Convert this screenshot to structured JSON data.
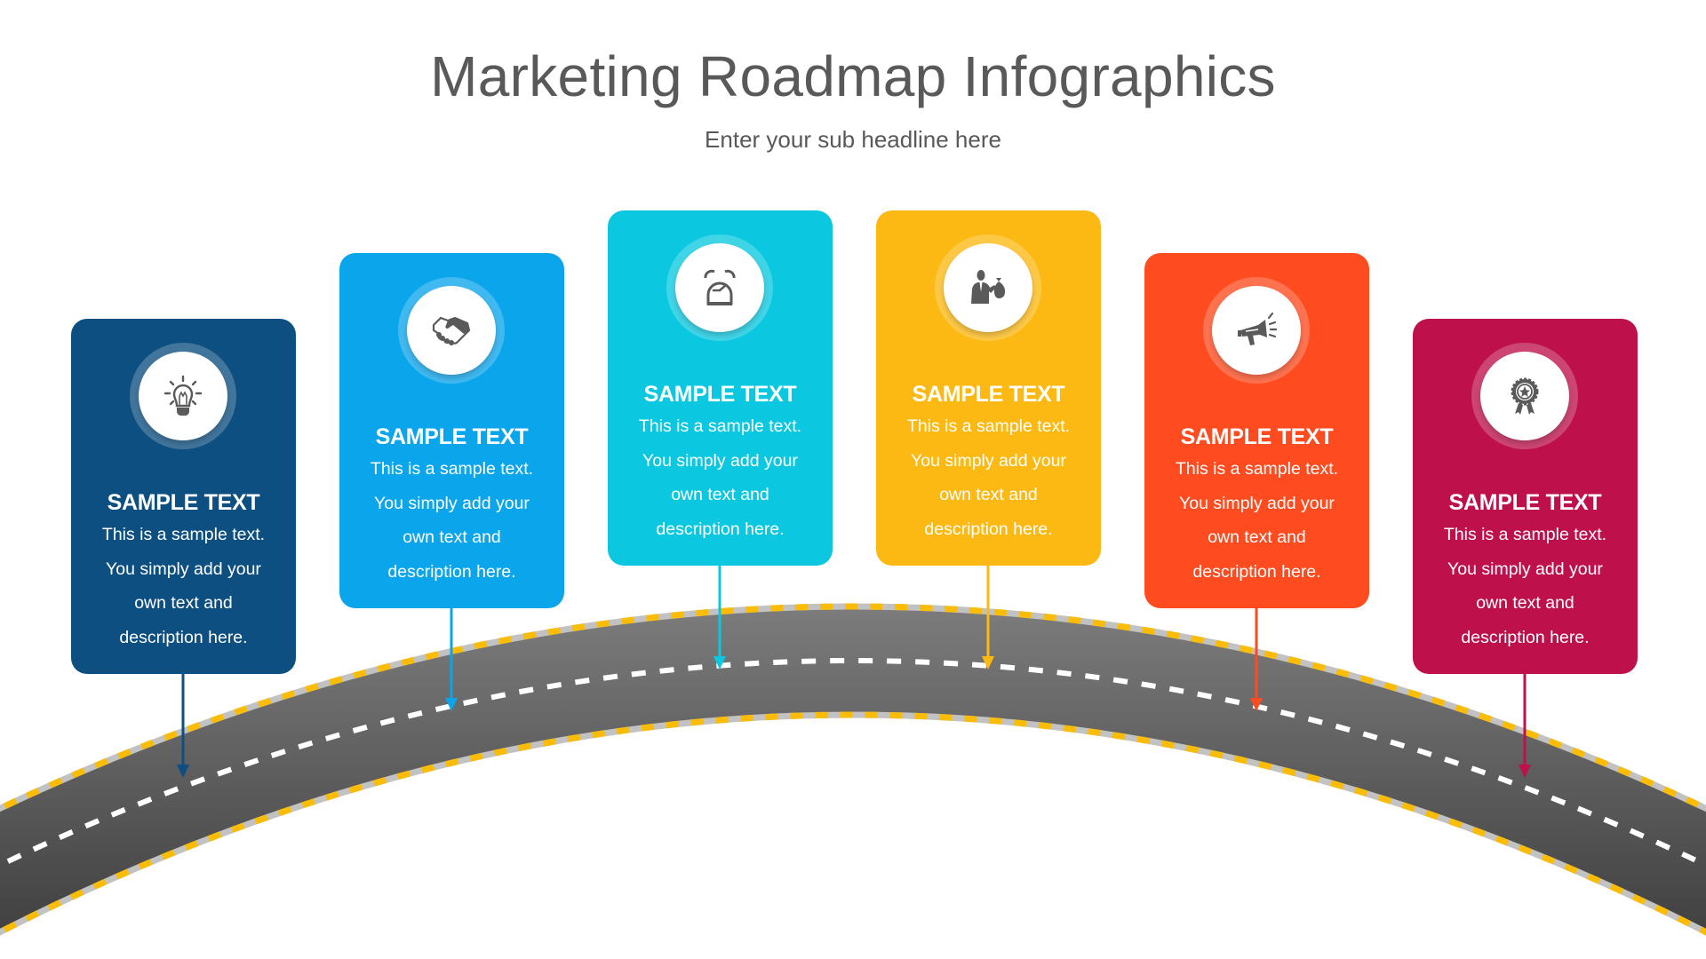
{
  "header": {
    "title": "Marketing Roadmap Infographics",
    "subtitle": "Enter your sub headline here"
  },
  "colors": {
    "title_text": "#595959",
    "road_top": "#7c7c7c",
    "road_bottom": "#3f3f3f",
    "road_edge": "#c2c2c2",
    "road_edge_dash": "#fbbc05",
    "lane_dash": "#ffffff",
    "icon": "#5a5a5a"
  },
  "cards": [
    {
      "icon": "lightbulb-icon",
      "color": "#0d4f80",
      "title": "SAMPLE TEXT",
      "lines": [
        "This is a sample text.",
        "You simply add your",
        "own text and",
        "description here."
      ]
    },
    {
      "icon": "handshake-icon",
      "color": "#0ba5ec",
      "title": "SAMPLE TEXT",
      "lines": [
        "This is a sample text.",
        "You simply add your",
        "own text and",
        "description here."
      ]
    },
    {
      "icon": "alarm-clock-icon",
      "color": "#0bc8e0",
      "title": "SAMPLE TEXT",
      "lines": [
        "This is a sample text.",
        "You simply add your",
        "own text and",
        "description here."
      ]
    },
    {
      "icon": "businessman-money-bag-icon",
      "color": "#fdb913",
      "title": "SAMPLE TEXT",
      "lines": [
        "This is a sample text.",
        "You simply add your",
        "own text and",
        "description here."
      ]
    },
    {
      "icon": "megaphone-icon",
      "color": "#fe4b1f",
      "title": "SAMPLE TEXT",
      "lines": [
        "This is a sample text.",
        "You simply add your",
        "own text and",
        "description here."
      ]
    },
    {
      "icon": "award-badge-icon",
      "color": "#be114c",
      "title": "SAMPLE TEXT",
      "lines": [
        "This is a sample text.",
        "You simply add your",
        "own text and",
        "description here."
      ]
    }
  ]
}
